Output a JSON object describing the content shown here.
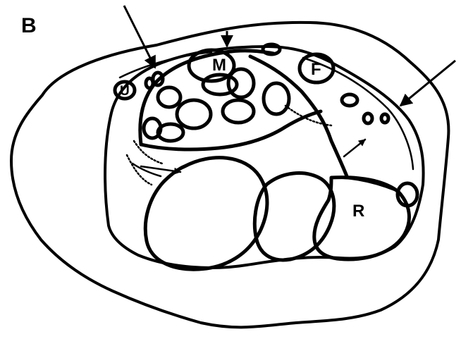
{
  "figure": {
    "panel_label": "B",
    "structure_labels": {
      "median_nerve": "M",
      "fcr": "F",
      "ulnar": "U",
      "radius": "R"
    }
  }
}
